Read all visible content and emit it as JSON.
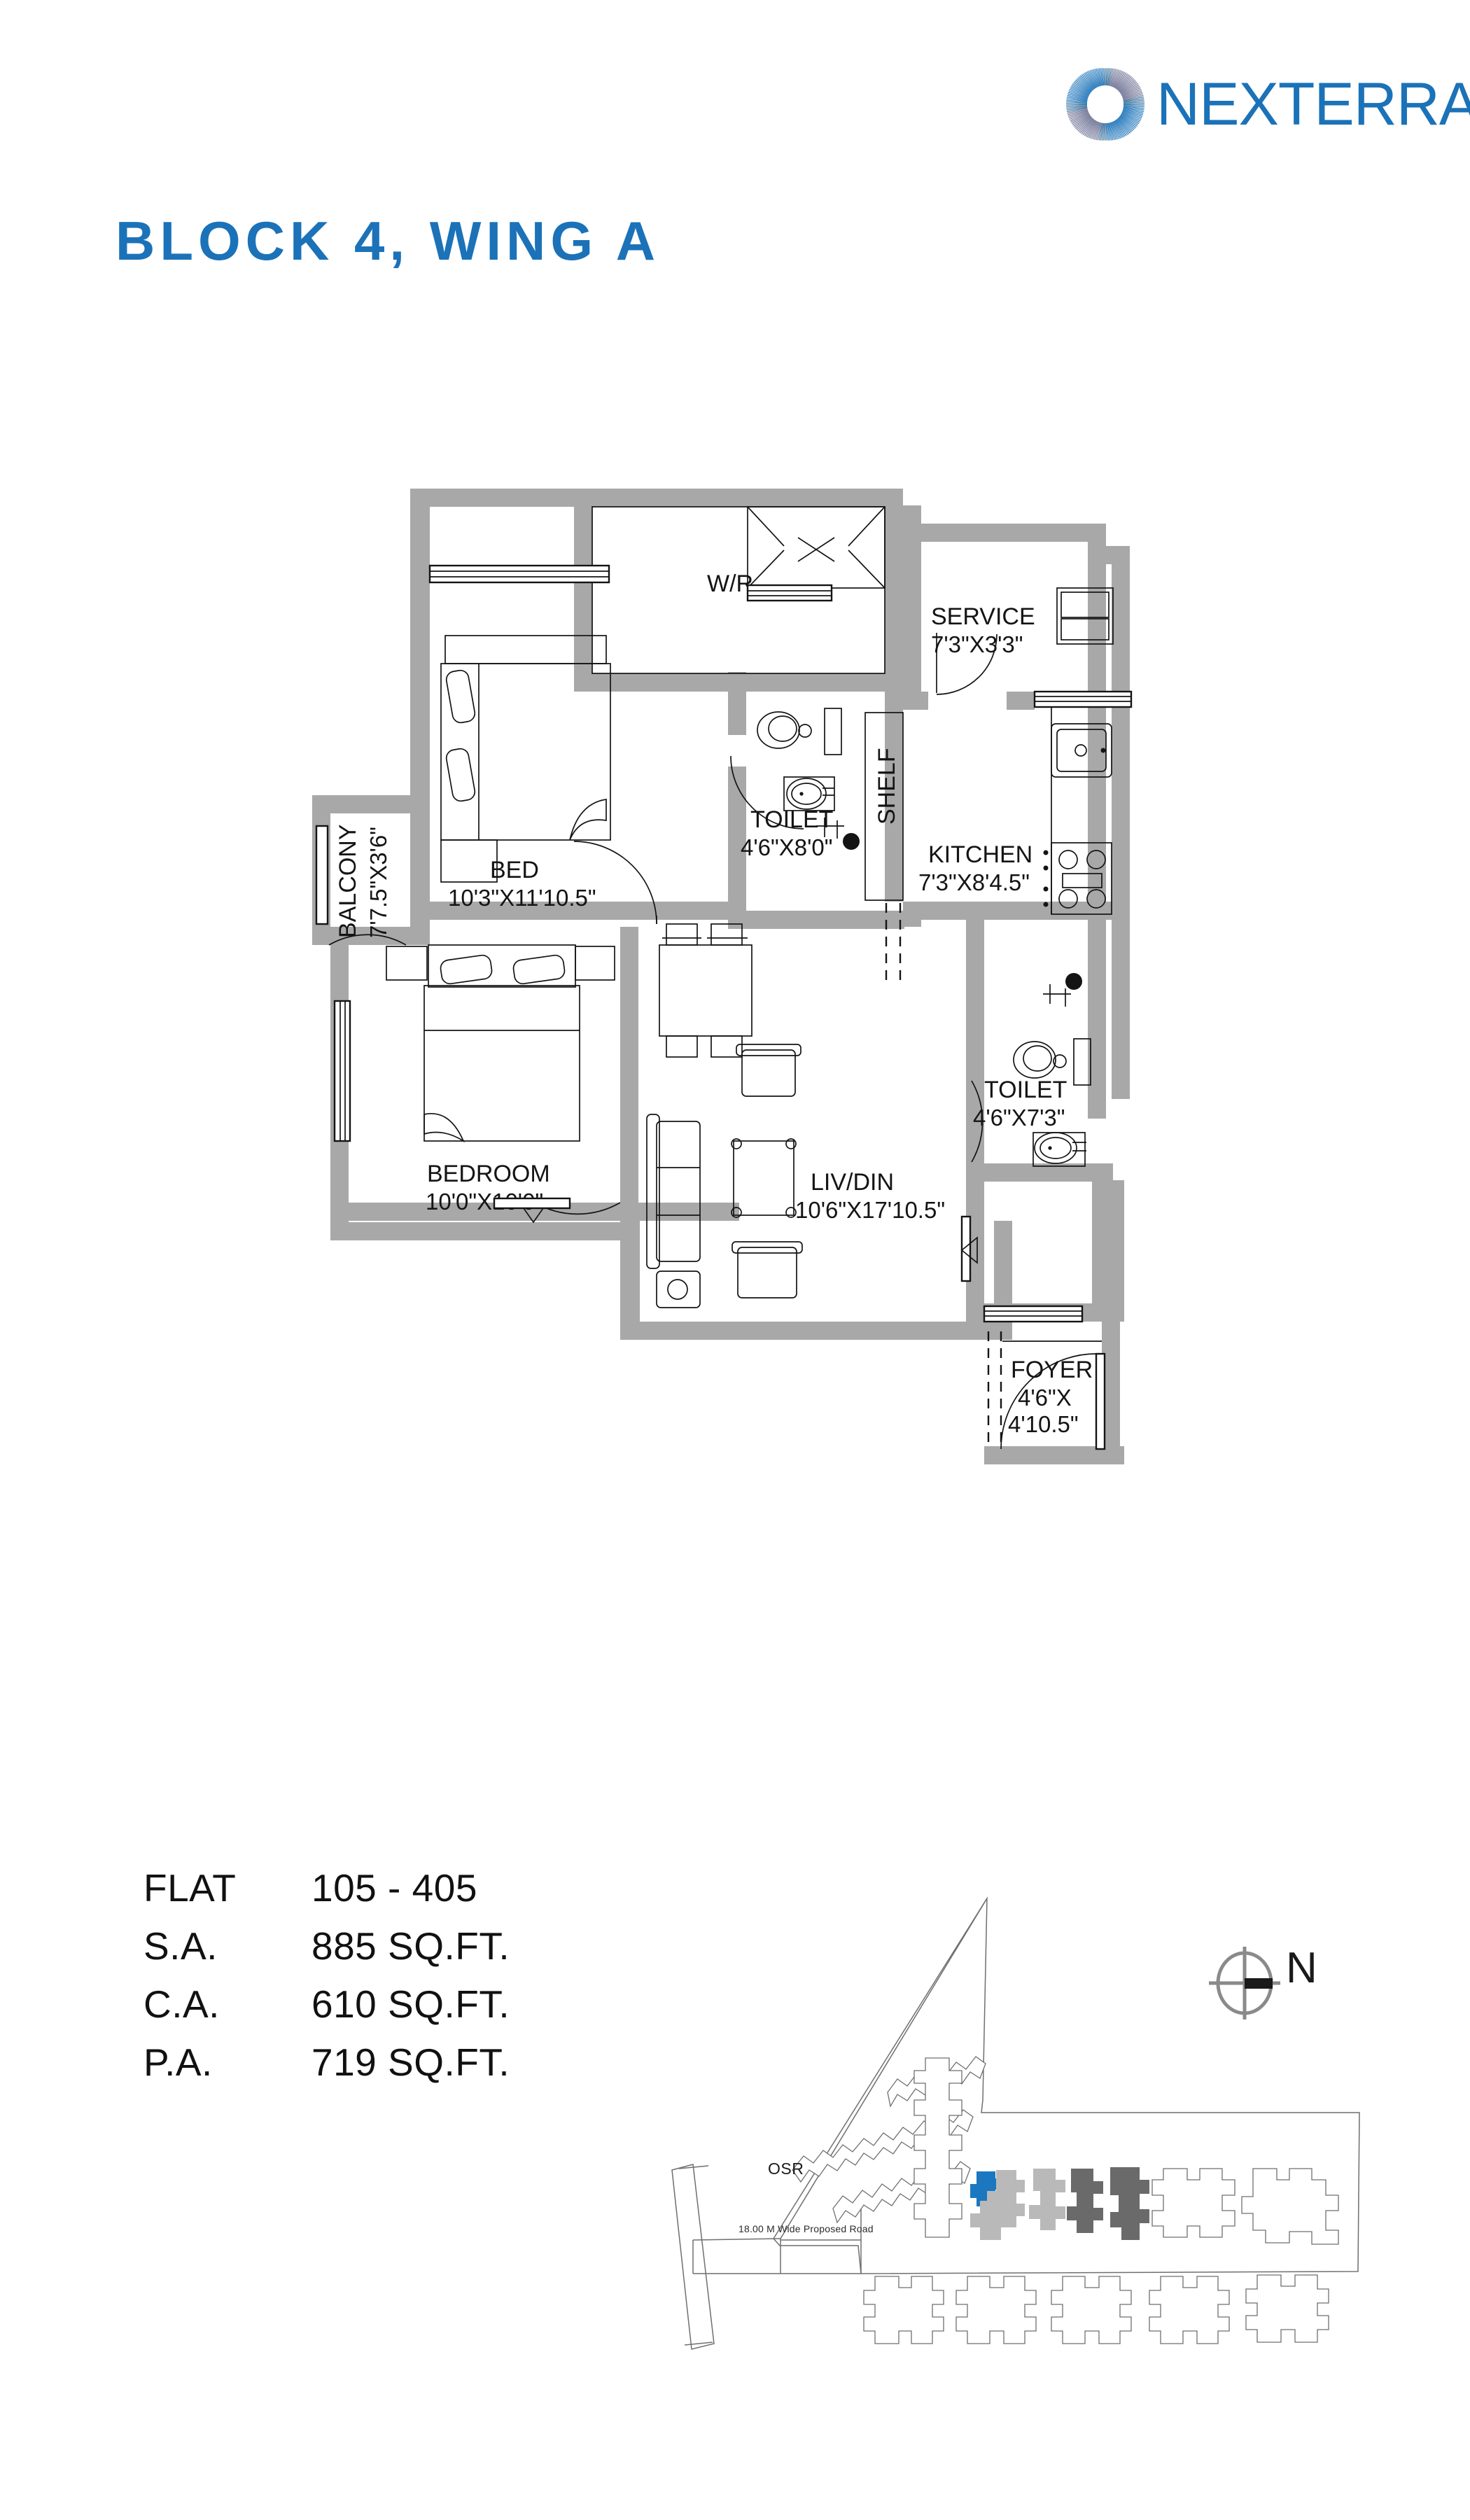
{
  "brand": {
    "name": "NEXTERRA",
    "logo_icon": "radial-burst-circle-icon",
    "color": "#1b72b8"
  },
  "header": {
    "title": "BLOCK 4, WING A",
    "title_color": "#1b72b8"
  },
  "floorplan": {
    "wall_fill": "#a8a8a8",
    "line_color": "#141414",
    "rooms": [
      {
        "id": "wr",
        "name": "W/R",
        "dimensions": ""
      },
      {
        "id": "balcony",
        "name": "BALCONY",
        "dimensions": "7'7.5\"X3'6\""
      },
      {
        "id": "bed",
        "name": "BED",
        "dimensions": "10'3\"X11'10.5\""
      },
      {
        "id": "toilet1",
        "name": "TOILET",
        "dimensions": "4'6\"X8'0\""
      },
      {
        "id": "shelf",
        "name": "SHELF",
        "dimensions": ""
      },
      {
        "id": "service",
        "name": "SERVICE",
        "dimensions": "7'3\"X3'3\""
      },
      {
        "id": "kitchen",
        "name": "KITCHEN",
        "dimensions": "7'3\"X8'4.5\""
      },
      {
        "id": "bedroom",
        "name": "BEDROOM",
        "dimensions": "10'0\"X10'0\""
      },
      {
        "id": "livdin",
        "name": "LIV/DIN",
        "dimensions": "10'6\"X17'10.5\""
      },
      {
        "id": "toilet2",
        "name": "TOILET",
        "dimensions": "4'6\"X7'3\""
      },
      {
        "id": "foyer",
        "name": "FOYER",
        "dimensions_line1": "4'6\"X",
        "dimensions_line2": "4'10.5\""
      }
    ]
  },
  "specs": [
    {
      "label": "FLAT",
      "value": "105 - 405"
    },
    {
      "label": "S.A.",
      "value": "885 SQ.FT."
    },
    {
      "label": "C.A.",
      "value": "610 SQ.FT."
    },
    {
      "label": "P.A.",
      "value": "719 SQ.FT."
    }
  ],
  "siteplan": {
    "osr_label": "OSR",
    "road_label": "18.00 M Wide Proposed Road",
    "highlight_color": "#1b78c0",
    "block_light_color": "#b9b9b9",
    "block_dark_color": "#6a6a6a",
    "outline_color": "#6f6f6f"
  },
  "compass": {
    "north_label": "N",
    "icon": "compass-rose-icon",
    "ring_color": "#8a8a8a",
    "needle_color": "#1a1a1a"
  }
}
